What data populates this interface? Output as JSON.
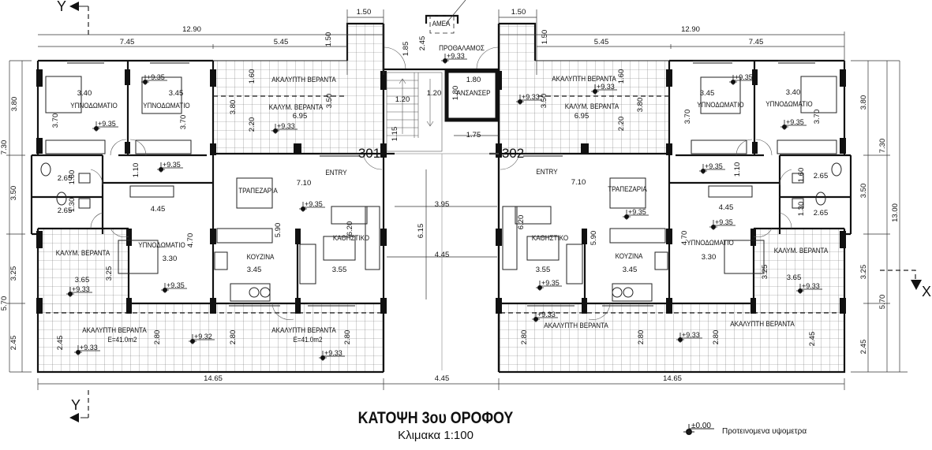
{
  "title": "ΚΑΤΟΨΗ  3ου ΟΡΟΦΟΥ",
  "scale": "Κλιμακα 1:100",
  "legend": {
    "level": "±0.00",
    "label": "Προτεινομενα υψομετρα"
  },
  "section_markers": {
    "y_top": "Y",
    "y_bottom": "Y",
    "x_right": "X"
  },
  "units": [
    "301",
    "302"
  ],
  "rooms": [
    "ΥΠΝΟΔΩΜΑΤΙΟ",
    "ΥΠΝΟΔΩΜΑΤΙΟ",
    "ΑΚΑΛΥΠΤΗ ΒΕΡΑΝΤΑ",
    "ΚΑΛΥΜ. ΒΕΡΑΝΤΑ",
    "ENTRY",
    "ΤΡΑΠΕΖΑΡΙΑ",
    "ΚΑΘΗΣΤΙΚΟ",
    "ΚΟΥΖΙΝΑ",
    "ΥΠΝΟΔΩΜΑΤΙΟ",
    "ΚΑΛΥΜ. ΒΕΡΑΝΤΑ",
    "ΑΚΑΛΥΠΤΗ ΒΕΡΑΝΤΑ",
    "E=41.0m2",
    "ΑΚΑΛΥΠΤΗ ΒΕΡΑΝΤΑ",
    "E=41.0m2",
    "ΑΜΕΑ",
    "ΠΡΟΘΑΛΑΜΟΣ",
    "ΑΝΣΑΝΣΕΡ",
    "ΑΚΑΛΥΠΤΗ ΒΕΡΑΝΤΑ",
    "ΚΑΛΥΜ. ΒΕΡΑΝΤΑ",
    "ΥΠΝΟΔΩΜΑΤΙΟ",
    "ΥΠΝΟΔΩΜΑΤΙΟ",
    "ENTRY",
    "ΤΡΑΠΕΖΑΡΙΑ",
    "ΚΑΘΗΣΤΙΚΟ",
    "ΚΟΥΖΙΝΑ",
    "ΥΠΝΟΔΩΜΑΤΙΟ",
    "ΚΑΛΥΜ. ΒΕΡΑΝΤΑ",
    "ΑΚΑΛΥΠΤΗ ΒΕΡΑΝΤΑ",
    "ΑΚΑΛΥΠΤΗ ΒΕΡΑΝΤΑ"
  ],
  "dimensions": [
    "12.90",
    "7.45",
    "5.45",
    "1.50",
    "1.50",
    "3.80",
    "7.30",
    "3.50",
    "3.25",
    "5.70",
    "2.45",
    "3.40",
    "3.70",
    "3.45",
    "3.70",
    "1.60",
    "3.80",
    "6.95",
    "3.50",
    "2.20",
    "1.10",
    "2.65",
    "1.60",
    "2.65",
    "1.30",
    "4.45",
    "7.10",
    "5.90",
    "6.20",
    "4.70",
    "3.30",
    "3.25",
    "3.65",
    "3.45",
    "3.55",
    "2.45",
    "2.80",
    "2.80",
    "2.80",
    "14.65",
    "1.50",
    "1.85",
    "2.45",
    "1.80",
    "1.80",
    "1.20",
    "1.20",
    "1.15",
    "1.75",
    "3.95",
    "6.15",
    "4.45",
    "4.45",
    "12.90",
    "5.45",
    "7.45",
    "1.50",
    "1.60",
    "3.50",
    "6.95",
    "3.80",
    "2.20",
    "3.45",
    "3.70",
    "3.40",
    "3.70",
    "7.10",
    "6.20",
    "5.90",
    "3.45",
    "3.55",
    "1.10",
    "1.60",
    "2.65",
    "1.30",
    "2.65",
    "4.45",
    "4.70",
    "3.30",
    "3.25",
    "3.65",
    "2.80",
    "2.80",
    "2.80",
    "2.45",
    "14.65",
    "3.80",
    "7.30",
    "3.50",
    "13.00",
    "3.25",
    "5.70",
    "2.45"
  ],
  "levels": [
    "+9.35",
    "+9.35",
    "+9.33",
    "+9.33",
    "+9.35",
    "+9.35",
    "+9.35",
    "+9.33",
    "+9.33",
    "+9.32",
    "+9.33",
    "+9.33",
    "+9.33",
    "+9.35",
    "+9.35",
    "+9.35",
    "+9.35",
    "+9.35",
    "+9.35",
    "+9.33",
    "+9.33",
    "+9.33"
  ]
}
